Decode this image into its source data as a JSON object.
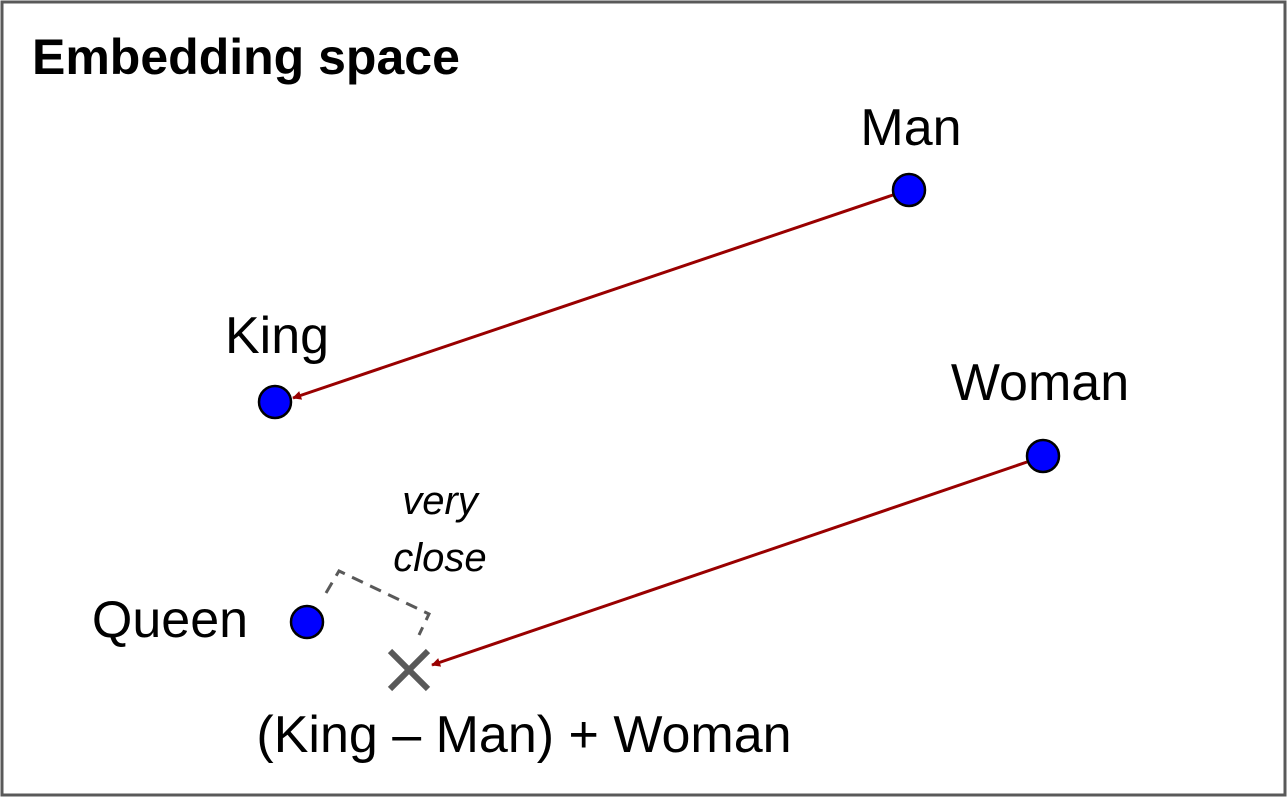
{
  "title": "Embedding space",
  "points": {
    "man": "Man",
    "king": "King",
    "woman": "Woman",
    "queen": "Queen"
  },
  "result_label": "(King – Man) + Woman",
  "annotation": {
    "line1": "very",
    "line2": "close"
  },
  "colors": {
    "point_fill": "#0000ff",
    "arrow": "#990000",
    "marker": "#595959",
    "dashed": "#595959",
    "border": "#595959"
  },
  "icons": {
    "result_marker": "x-mark-icon"
  }
}
